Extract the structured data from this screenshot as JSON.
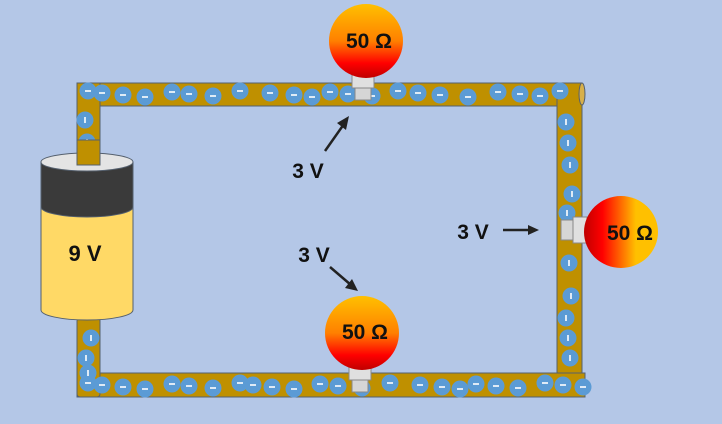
{
  "colors": {
    "background": "#b4c7e7",
    "wire": "#bf9000",
    "electron": "#5b9bd5",
    "battery_top": "#3a3a3a",
    "battery_body": "#ffd966"
  },
  "battery": {
    "label": "9 V"
  },
  "bulbs": [
    {
      "id": "top",
      "label": "50 Ω"
    },
    {
      "id": "right",
      "label": "50 Ω"
    },
    {
      "id": "bottom",
      "label": "50 Ω"
    }
  ],
  "voltage_labels": [
    {
      "id": "top",
      "label": "3 V"
    },
    {
      "id": "right",
      "label": "3 V"
    },
    {
      "id": "bottom",
      "label": "3 V"
    }
  ]
}
